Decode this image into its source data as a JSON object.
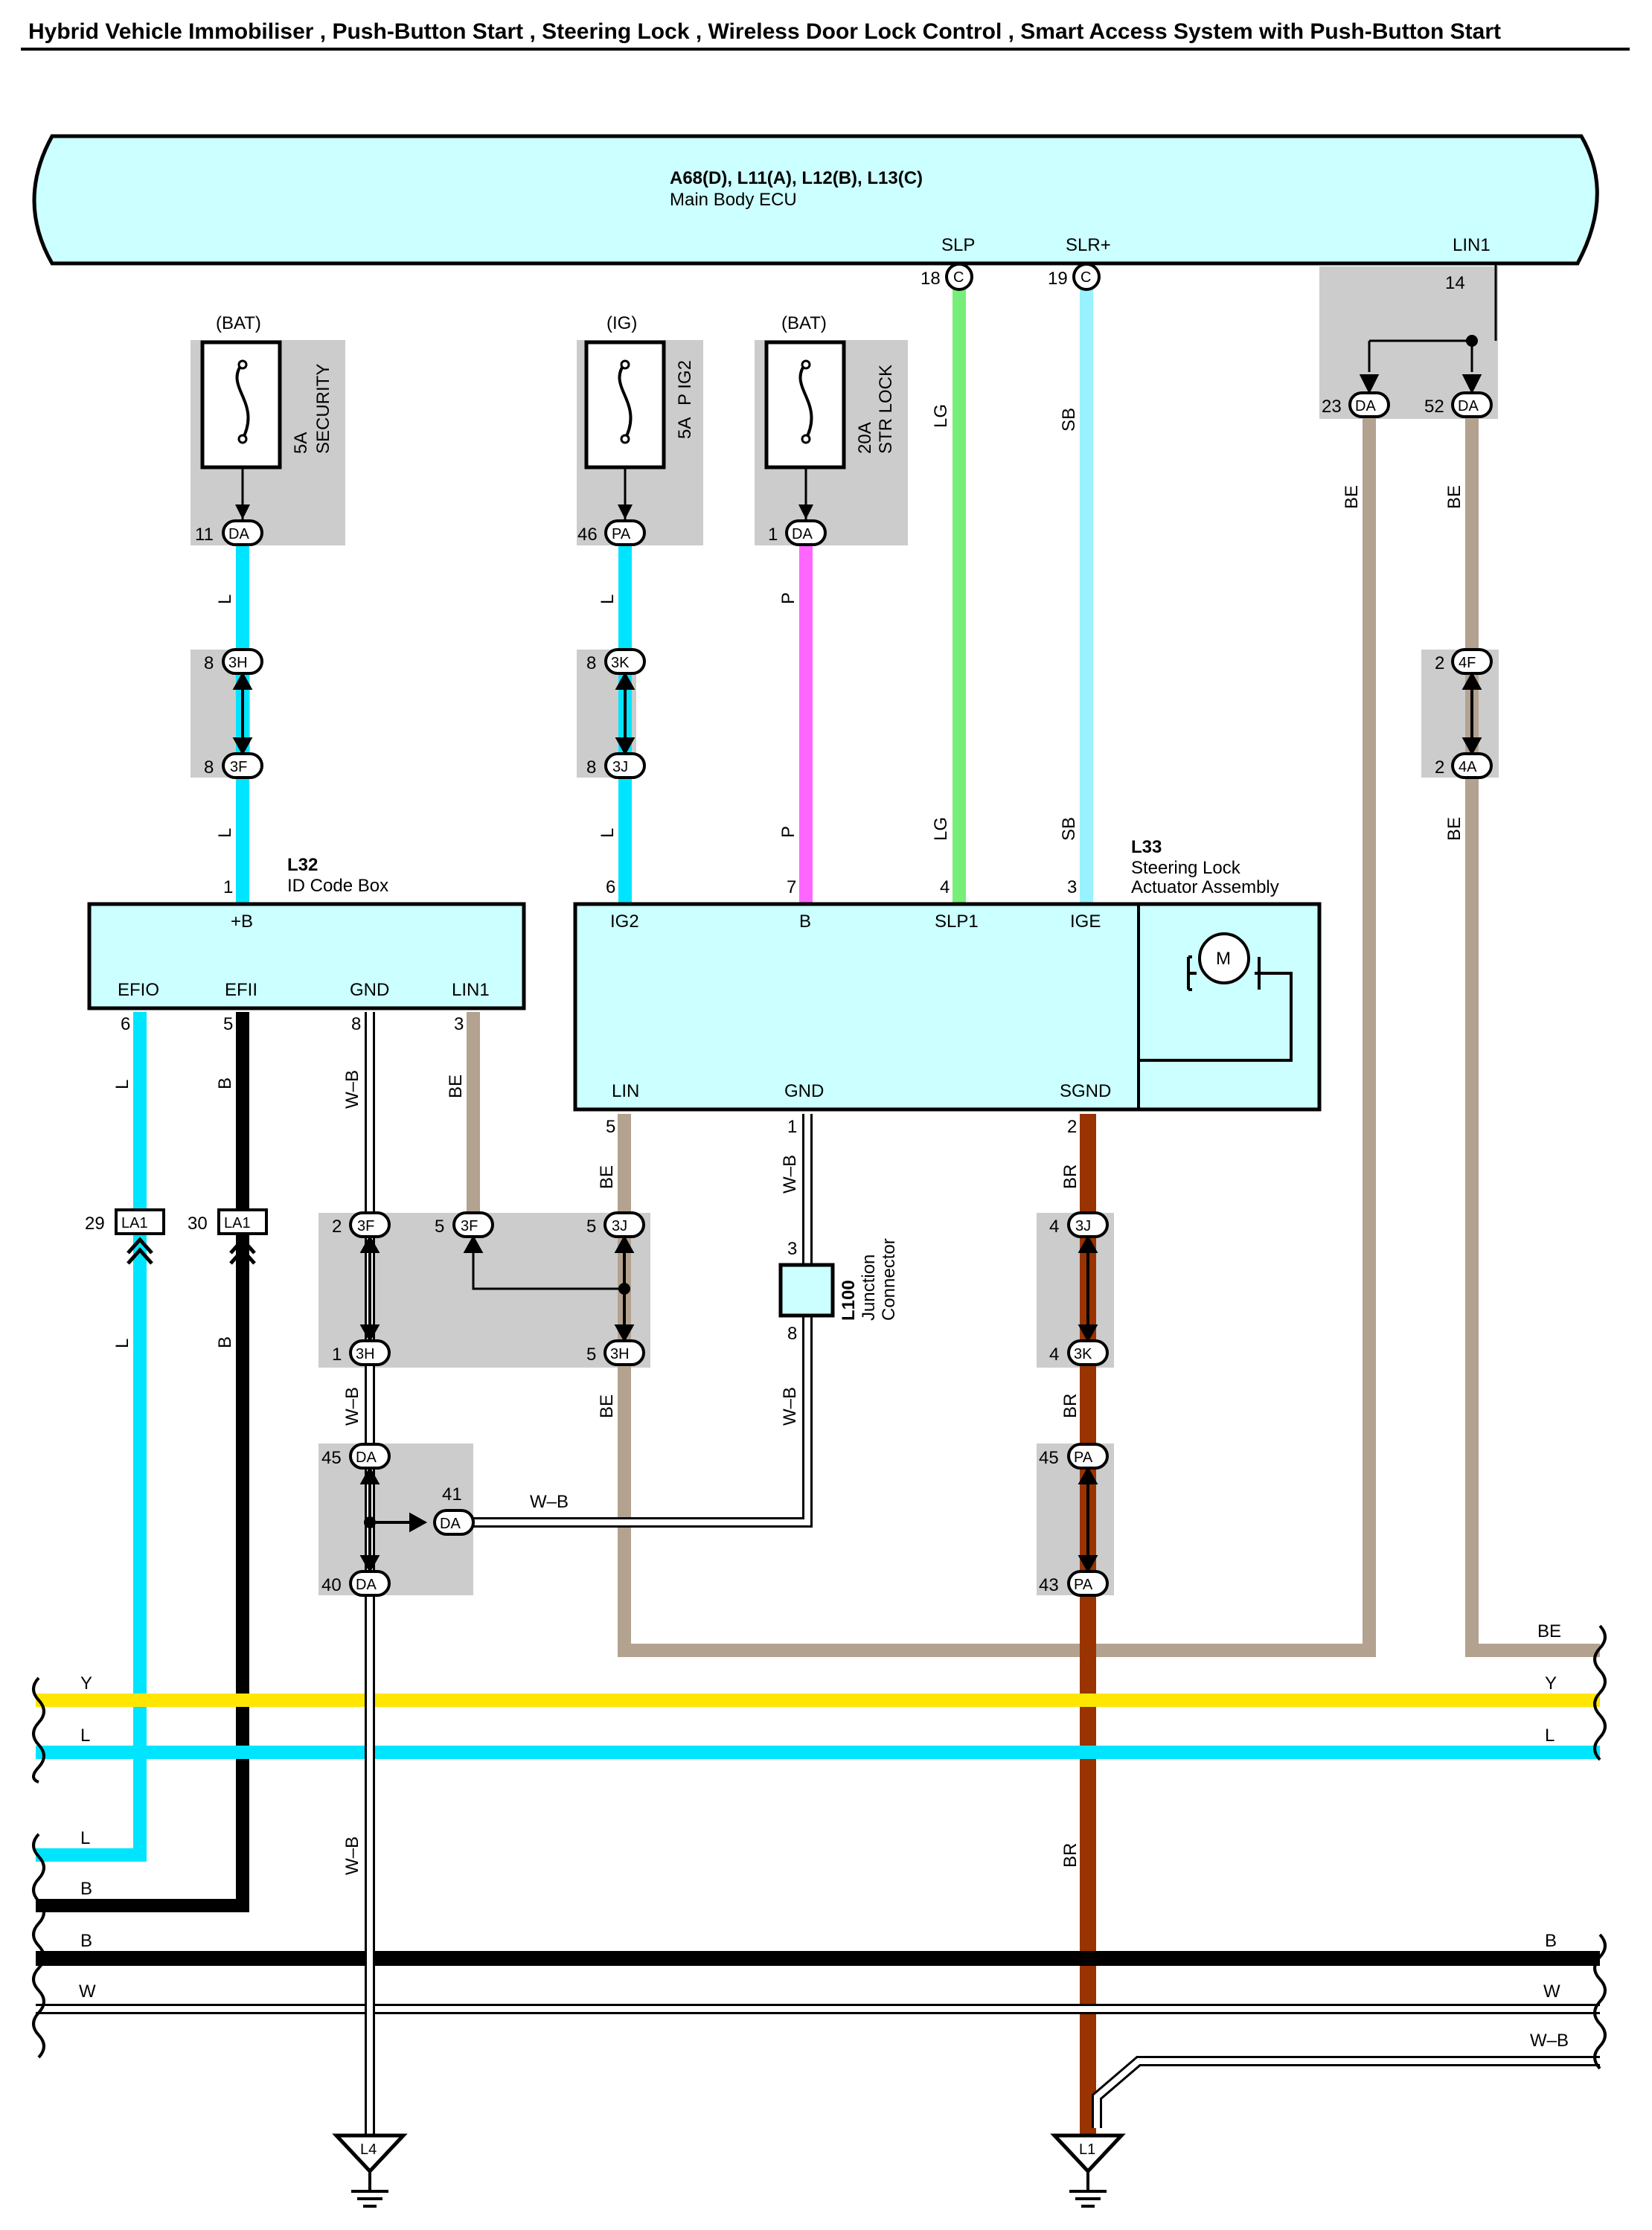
{
  "title": "Hybrid Vehicle Immobiliser , Push-Button Start , Steering Lock , Wireless Door Lock Control , Smart Access System with Push-Button Start",
  "colors": {
    "L": "#00e5ff",
    "P": "#ff66ff",
    "LG": "#77ee77",
    "SB": "#99f2ff",
    "BE": "#b3a28f",
    "BR": "#993300",
    "B": "#000000",
    "Y": "#ffe600",
    "W": "#ffffff",
    "ecu_fill": "#ccffff",
    "shade": "#cccccc"
  },
  "ecu": {
    "id": "A68(D), L11(A), L12(B), L13(C)",
    "name": "Main Body ECU",
    "pins": [
      {
        "name": "SLP",
        "num": "18",
        "conn": "C"
      },
      {
        "name": "SLR+",
        "num": "19",
        "conn": "C"
      },
      {
        "name": "LIN1",
        "num": "14"
      }
    ]
  },
  "fuses": [
    {
      "supply": "(BAT)",
      "rating": "5A",
      "name": "SECURITY",
      "pin": "11",
      "conn": "DA"
    },
    {
      "supply": "(IG)",
      "rating": "5A",
      "name": "P IG2",
      "pin": "46",
      "conn": "PA"
    },
    {
      "supply": "(BAT)",
      "rating": "20A",
      "name": "STR LOCK",
      "pin": "1",
      "conn": "DA"
    }
  ],
  "id_box": {
    "id": "L32",
    "name": "ID Code Box",
    "top_pin": {
      "name": "+B",
      "num": "1"
    },
    "bottom_pins": [
      {
        "name": "EFIO",
        "num": "6"
      },
      {
        "name": "EFII",
        "num": "5"
      },
      {
        "name": "GND",
        "num": "8"
      },
      {
        "name": "LIN1",
        "num": "3"
      }
    ]
  },
  "str_lock": {
    "id": "L33",
    "name_line1": "Steering Lock",
    "name_line2": "Actuator Assembly",
    "top_pins": [
      {
        "name": "IG2",
        "num": "6"
      },
      {
        "name": "B",
        "num": "7"
      },
      {
        "name": "SLP1",
        "num": "4"
      },
      {
        "name": "IGE",
        "num": "3"
      }
    ],
    "bottom_pins": [
      {
        "name": "LIN",
        "num": "5"
      },
      {
        "name": "GND",
        "num": "1"
      },
      {
        "name": "SGND",
        "num": "2"
      }
    ],
    "motor": "M"
  },
  "junction": {
    "id": "L100",
    "line1": "Junction",
    "line2": "Connector",
    "pin_top": "3",
    "pin_bottom": "8"
  },
  "connectors": [
    {
      "key": "c3h_a",
      "num": "8",
      "name": "3H"
    },
    {
      "key": "c3f_a",
      "num": "8",
      "name": "3F"
    },
    {
      "key": "c3k_a",
      "num": "8",
      "name": "3K"
    },
    {
      "key": "c3j_a",
      "num": "8",
      "name": "3J"
    },
    {
      "key": "c4f",
      "num": "2",
      "name": "4F"
    },
    {
      "key": "c4a",
      "num": "2",
      "name": "4A"
    },
    {
      "key": "c23",
      "num": "23",
      "name": "DA"
    },
    {
      "key": "c52",
      "num": "52",
      "name": "DA"
    },
    {
      "key": "c2_3f",
      "num": "2",
      "name": "3F"
    },
    {
      "key": "c5_3f",
      "num": "5",
      "name": "3F"
    },
    {
      "key": "c5_3j",
      "num": "5",
      "name": "3J"
    },
    {
      "key": "c1_3h",
      "num": "1",
      "name": "3H"
    },
    {
      "key": "c5_3h",
      "num": "5",
      "name": "3H"
    },
    {
      "key": "c4_3j",
      "num": "4",
      "name": "3J"
    },
    {
      "key": "c4_3k",
      "num": "4",
      "name": "3K"
    },
    {
      "key": "c45_da",
      "num": "45",
      "name": "DA"
    },
    {
      "key": "c40_da",
      "num": "40",
      "name": "DA"
    },
    {
      "key": "c41_da",
      "num": "41",
      "name": "DA"
    },
    {
      "key": "c45_pa",
      "num": "45",
      "name": "PA"
    },
    {
      "key": "c43_pa",
      "num": "43",
      "name": "PA"
    },
    {
      "key": "la1_29",
      "num": "29",
      "name": "LA1"
    },
    {
      "key": "la1_30",
      "num": "30",
      "name": "LA1"
    }
  ],
  "wire_labels": {
    "L": "L",
    "P": "P",
    "LG": "LG",
    "SB": "SB",
    "BE": "BE",
    "BR": "BR",
    "B": "B",
    "WB": "W–B",
    "Y": "Y",
    "W": "W"
  },
  "grounds": [
    {
      "name": "L4"
    },
    {
      "name": "L1"
    }
  ]
}
